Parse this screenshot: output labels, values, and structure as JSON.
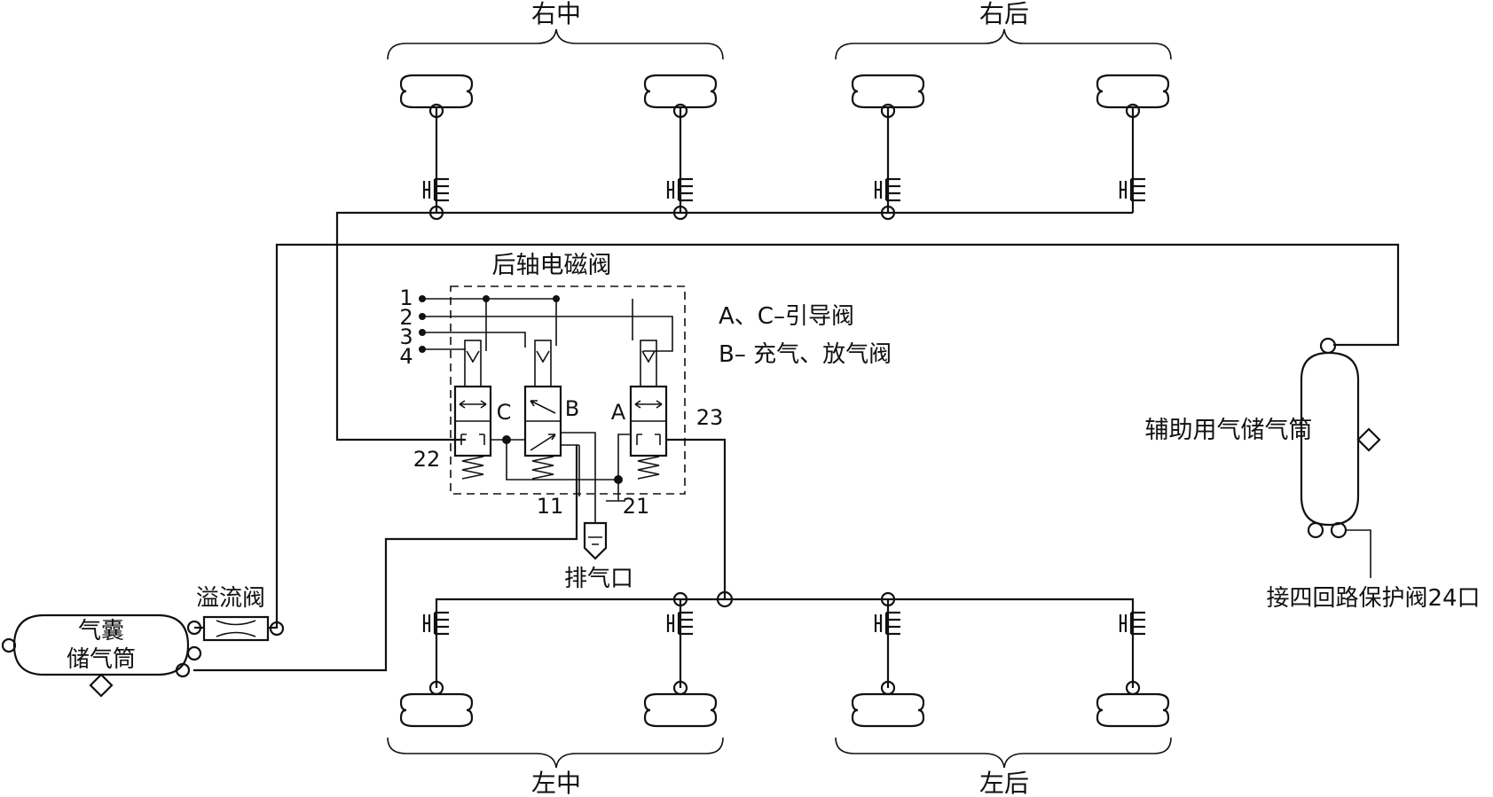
{
  "labels": {
    "right_middle": "右中",
    "right_rear": "右后",
    "left_middle": "左中",
    "left_rear": "左后",
    "valve_title": "后轴电磁阀",
    "legend_ac": "A、C–引导阀",
    "legend_b": "B– 充气、放气阀",
    "aux_tank": "辅助用气储气筒",
    "airbag_tank_line1": "气囊",
    "airbag_tank_line2": "储气筒",
    "overflow_valve": "溢流阀",
    "exhaust_port": "排气口",
    "protect_valve": "接四回路保护阀24口"
  },
  "ports": {
    "p1": "1",
    "p2": "2",
    "p3": "3",
    "p4": "4",
    "p22": "22",
    "p23": "23",
    "p11": "11",
    "p21": "21"
  },
  "valves": {
    "a": "A",
    "b": "B",
    "c": "C"
  }
}
